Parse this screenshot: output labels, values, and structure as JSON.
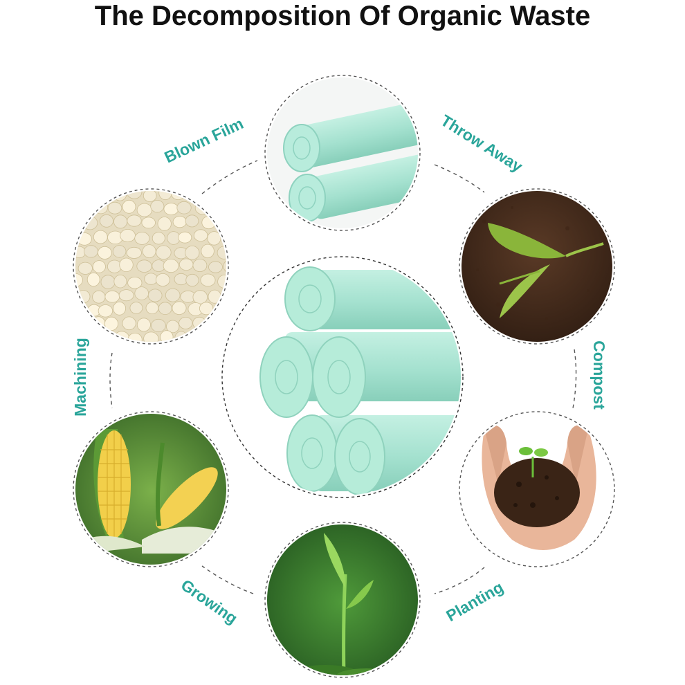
{
  "title": "The Decomposition Of Organic Waste",
  "colors": {
    "label": "#2aa59a",
    "dash": "#555555",
    "bag": "#a9e6d3",
    "bag_dark": "#7fcdb9"
  },
  "stages": {
    "top": {
      "label": "",
      "image": "rolled green bags"
    },
    "top_right": {
      "label": "",
      "image": "green leaf on soil"
    },
    "bottom_right": {
      "label": "",
      "image": "hands holding soil with seedling"
    },
    "bottom": {
      "label": "",
      "image": "green sprout"
    },
    "bottom_left": {
      "label": "",
      "image": "corn cobs"
    },
    "top_left": {
      "label": "",
      "image": "white pellets"
    },
    "center": {
      "label": "",
      "image": "stack of green bag rolls"
    }
  },
  "labels": {
    "blown_film": "Blown Film",
    "throw_away": "Throw Away",
    "compost": "Compost",
    "planting": "Planting",
    "growing": "Growing",
    "machining": "Machining"
  }
}
